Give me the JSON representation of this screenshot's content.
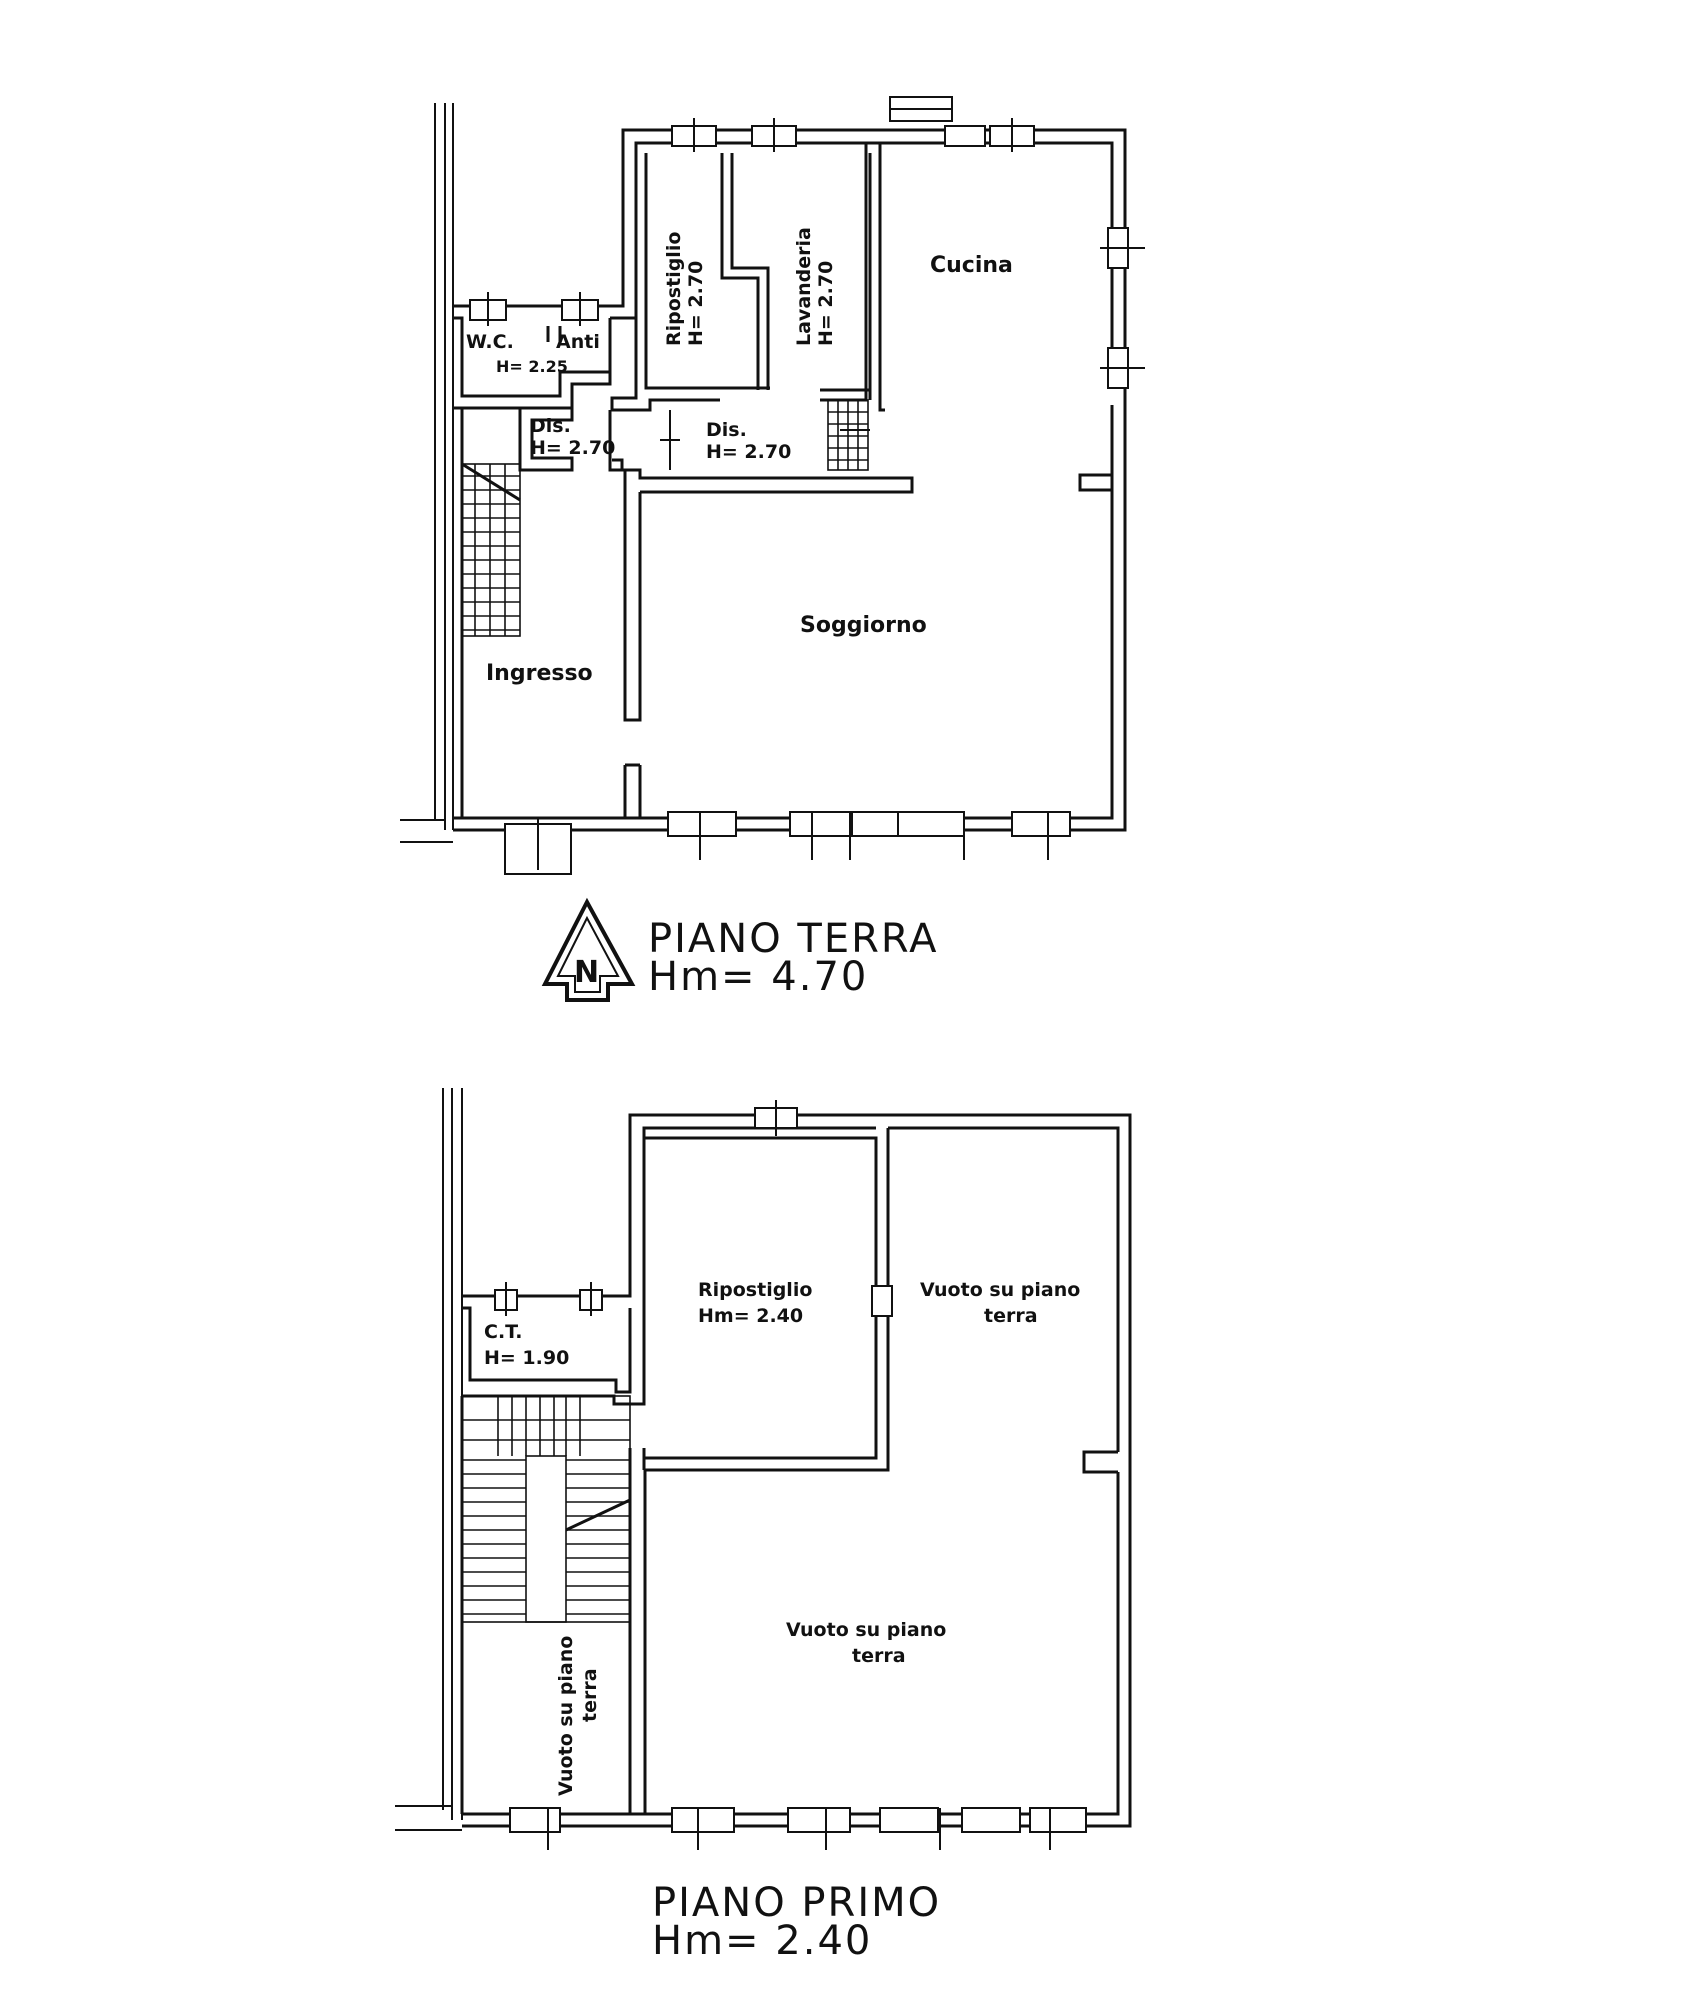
{
  "ground_floor": {
    "title": "PIANO TERRA",
    "height": "Hm= 4.70",
    "north_letter": "N",
    "rooms": {
      "cucina": "Cucina",
      "ripostiglio": "Ripostiglio",
      "ripostiglio_h": "H= 2.70",
      "lavanderia": "Lavanderia",
      "lavanderia_h": "H= 2.70",
      "wc": "W.C.",
      "anti": "Anti",
      "wc_h": "H= 2.25",
      "dis1": "Dis.",
      "dis1_h": "H= 2.70",
      "dis2": "Dis.",
      "dis2_h": "H= 2.70",
      "soggiorno": "Soggiorno",
      "ingresso": "Ingresso"
    }
  },
  "first_floor": {
    "title": "PIANO PRIMO",
    "height": "Hm= 2.40",
    "rooms": {
      "ripostiglio": "Ripostiglio",
      "ripostiglio_h": "Hm= 2.40",
      "ct": "C.T.",
      "ct_h": "H= 1.90",
      "vuoto_top_1": "Vuoto su piano",
      "vuoto_top_2": "terra",
      "vuoto_main_1": "Vuoto su piano",
      "vuoto_main_2": "terra",
      "vuoto_stair_1": "Vuoto su piano",
      "vuoto_stair_2": "terra"
    }
  }
}
